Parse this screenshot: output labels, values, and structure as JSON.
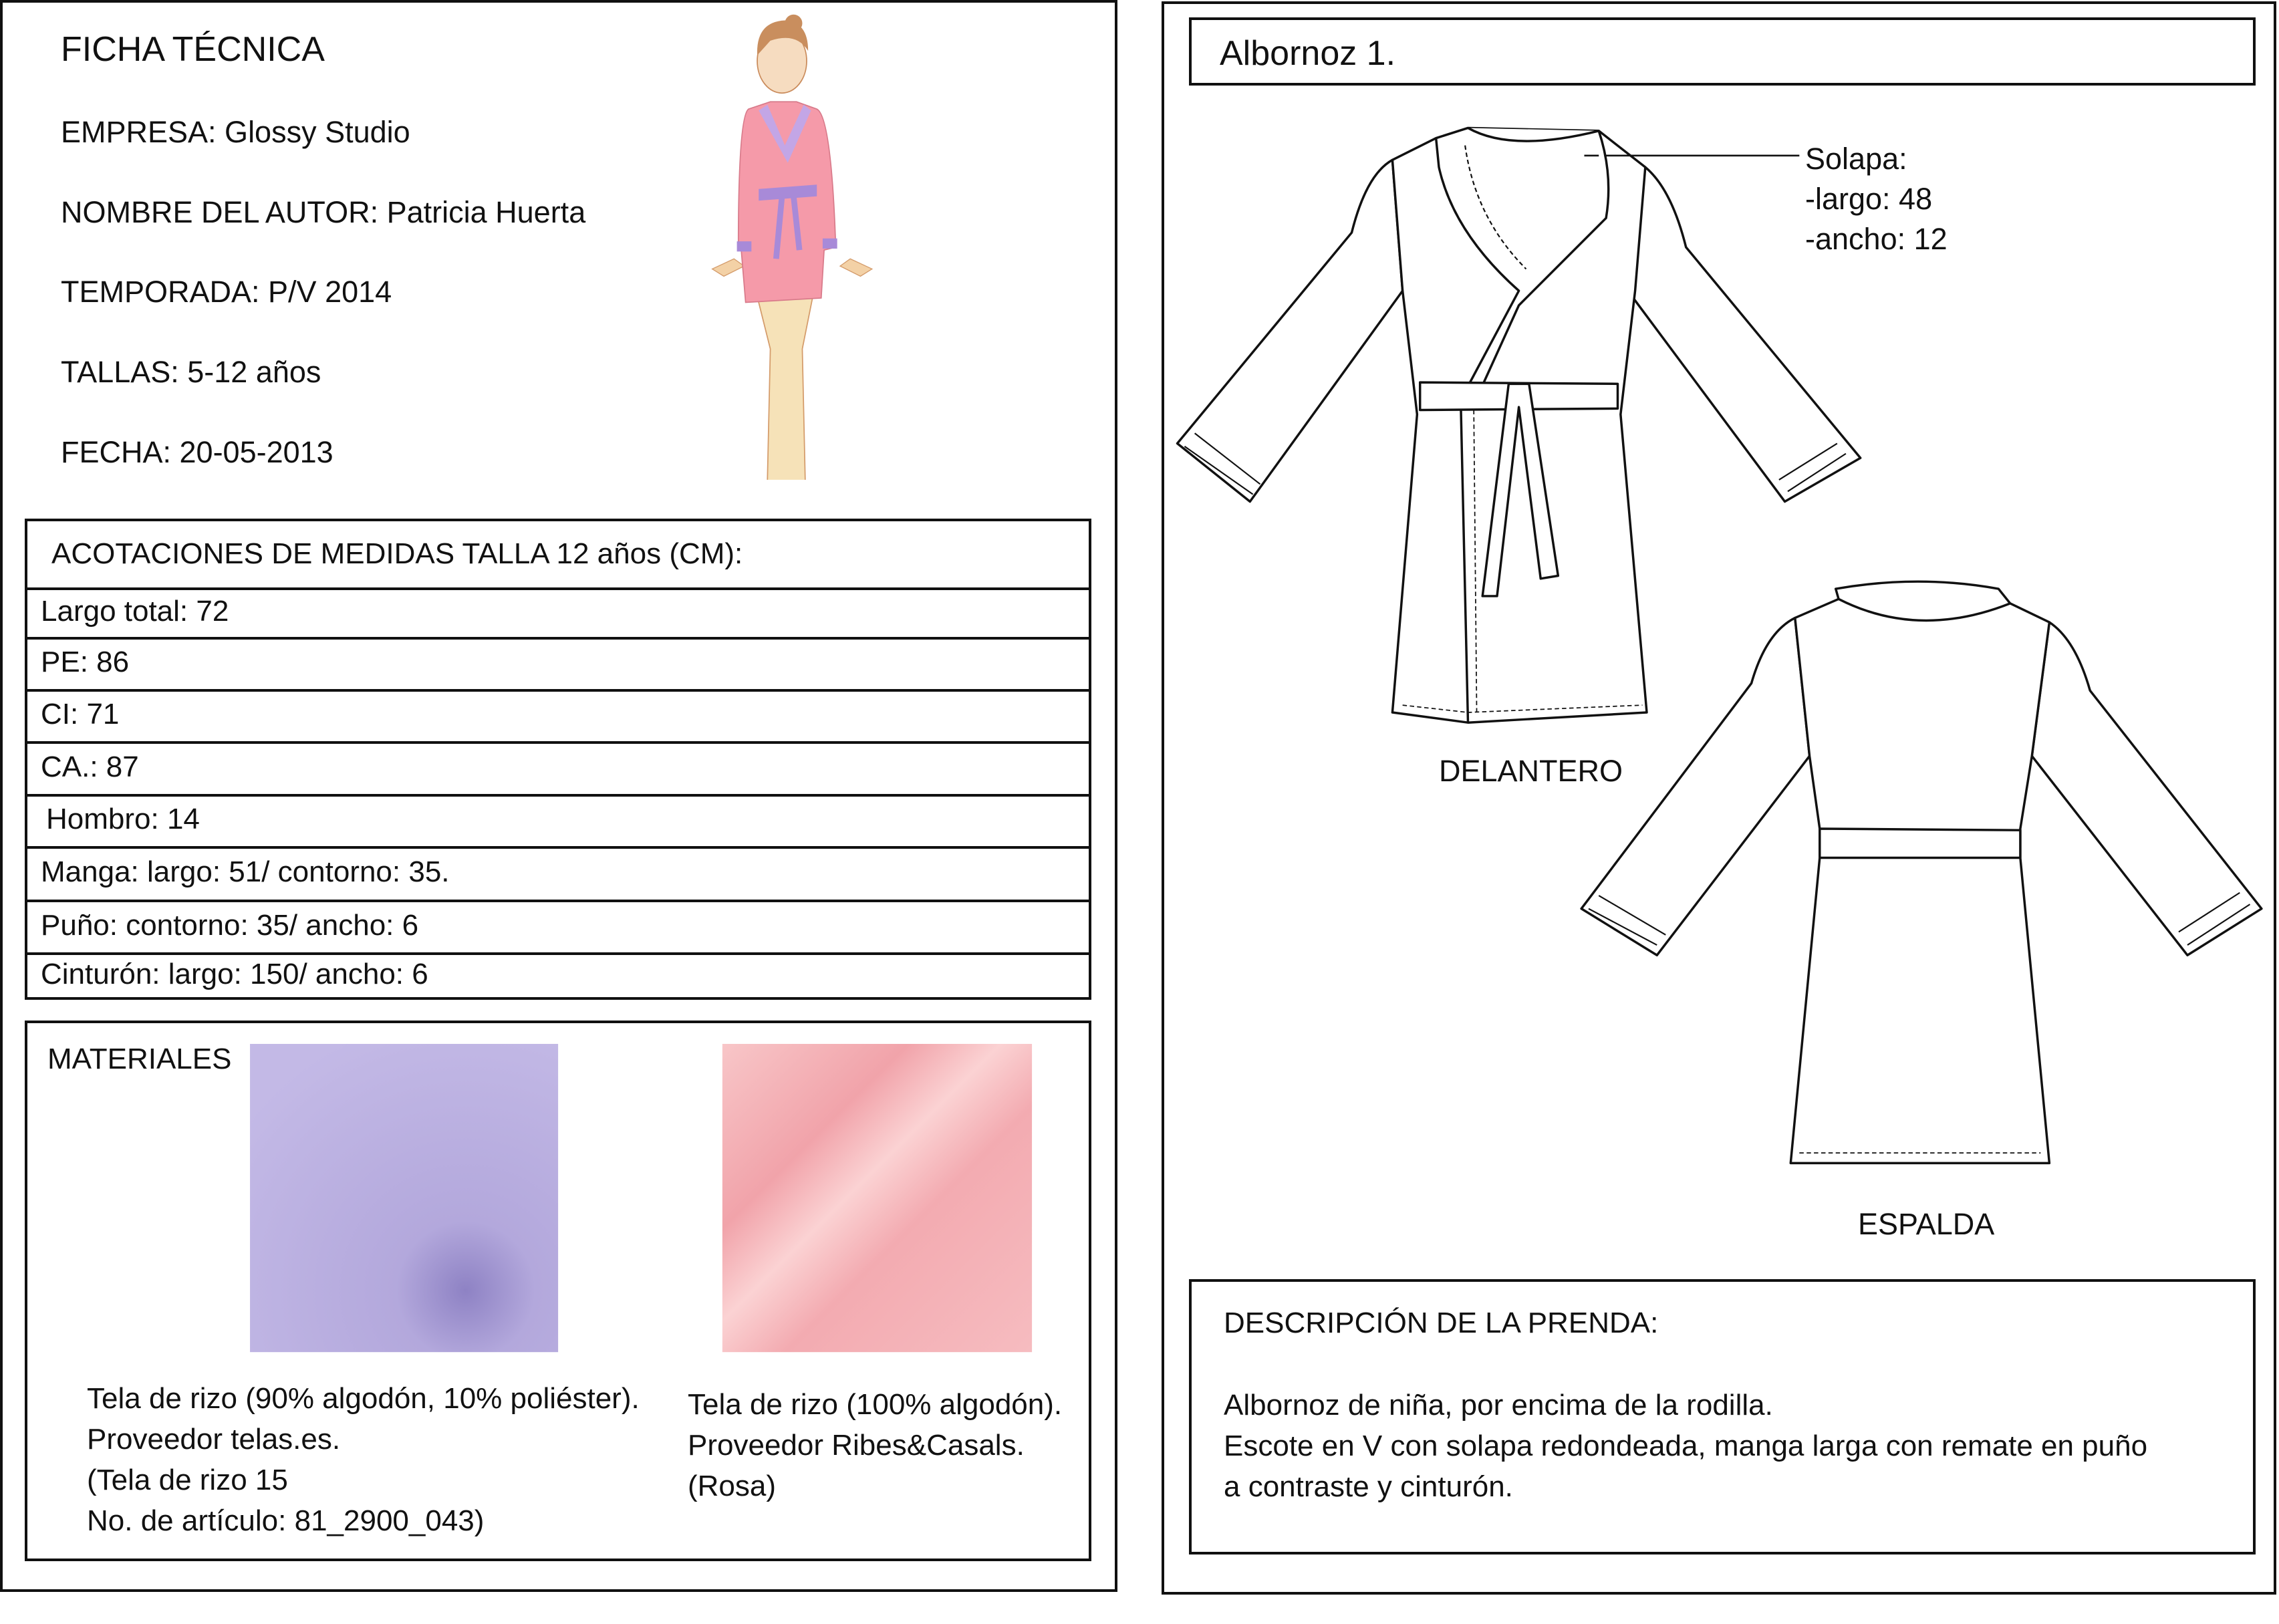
{
  "left": {
    "title": "FICHA TÉCNICA",
    "info": [
      "EMPRESA:  Glossy Studio",
      "NOMBRE DEL AUTOR: Patricia Huerta",
      "TEMPORADA:  P/V 2014",
      "TALLAS:  5-12 años",
      "FECHA: 20-05-2013"
    ],
    "measures": {
      "header": "ACOTACIONES DE MEDIDAS TALLA 12 años (CM):",
      "rows": [
        "Largo total: 72",
        "PE: 86",
        "CI: 71",
        "CA.: 87",
        "Hombro: 14",
        "Manga: largo: 51/ contorno: 35.",
        "Puño: contorno: 35/  ancho: 6",
        "Cinturón: largo: 150/ ancho: 6"
      ]
    },
    "materials": {
      "title": "MATERIALES",
      "fabric1": [
        "Tela de rizo (90% algodón, 10% poliéster).",
        "Proveedor telas.es.",
        "(Tela de rizo 15",
        "No. de artículo: 81_2900_043)"
      ],
      "fabric2": [
        "Tela de rizo (100% algodón).",
        "Proveedor Ribes&Casals.",
        "(Rosa)"
      ],
      "colors": {
        "lavender": "#b8acdf",
        "pink": "#f5b8bc"
      }
    }
  },
  "right": {
    "title": "Albornoz 1.",
    "callout": [
      "Solapa:",
      "-largo: 48",
      "-ancho: 12"
    ],
    "front_label": "DELANTERO",
    "back_label": "ESPALDA",
    "description": {
      "title": "DESCRIPCIÓN DE LA PRENDA:",
      "lines": [
        "Albornoz de niña, por encima de la rodilla.",
        "Escote en V con solapa redondeada, manga larga con remate en puño",
        "a contraste y cinturón."
      ]
    }
  }
}
